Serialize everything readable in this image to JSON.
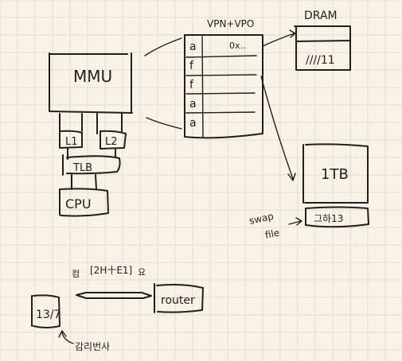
{
  "colors": {
    "paper": "#f7f3e6",
    "grid": "#e3ddcb",
    "ink": "#1f1f1f"
  },
  "labels": {
    "mmu": "MMU",
    "l1": "L1",
    "l2": "L2",
    "tlb": "TLB",
    "cpu": "CPU",
    "table_header": "VPN+VPO",
    "table_hex": "0x..",
    "dram": "DRAM",
    "dram_hatch": "////11",
    "disk": "1TB",
    "disk_bottom": "그하13",
    "swap": "swap",
    "file": "file",
    "cable_label": "[2H十E1]",
    "cable_left_mark": "컴",
    "cable_right_mark": "요",
    "device_left": "13/7",
    "router": "router",
    "bottom_note": "감리번사"
  },
  "table_rows": [
    "a",
    "f",
    "f",
    "a",
    "a"
  ]
}
